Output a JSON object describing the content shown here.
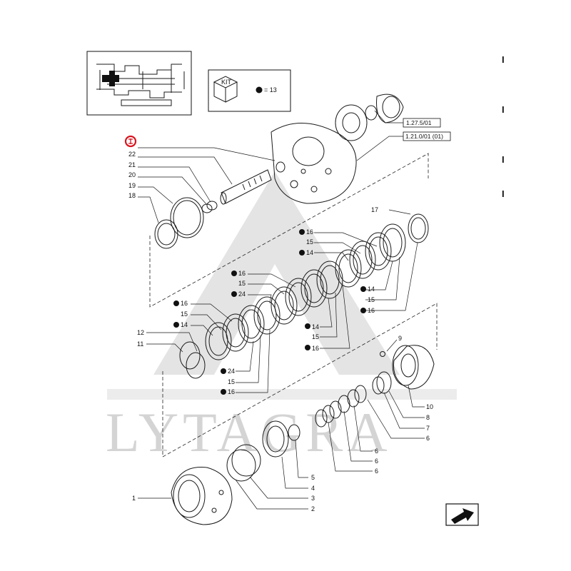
{
  "watermark": {
    "text": "LYTAGRA"
  },
  "kit_box": {
    "kit_label": "KIT",
    "kit_note": "= 13"
  },
  "refs": {
    "ref_a": "1.27.5/01",
    "ref_b": "1.21.0/01 (01)"
  },
  "callouts": {
    "c1": "1",
    "c2": "2",
    "c3": "3",
    "c4": "4",
    "c5": "5",
    "c6a": "6",
    "c6b": "6",
    "c6c": "6",
    "c6d": "6",
    "c7": "7",
    "c8": "8",
    "c9": "9",
    "c10": "10",
    "c11": "11",
    "c12": "12",
    "c14a": "14",
    "c14b": "14",
    "c14c": "14",
    "c14d": "14",
    "c15a": "15",
    "c15b": "15",
    "c15c": "15",
    "c15d": "15",
    "c15e": "15",
    "c15f": "15",
    "c16a": "16",
    "c16b": "16",
    "c16c": "16",
    "c16d": "16",
    "c16e": "16",
    "c16f": "16",
    "c17": "17",
    "c18": "18",
    "c19": "19",
    "c20": "20",
    "c21": "21",
    "c22": "22",
    "c24a": "24",
    "c24b": "24"
  },
  "side_text": {
    "s1": "I",
    "s2": "I",
    "s3": "I",
    "s4": "I"
  },
  "nav": {
    "icon": "page-turn-arrow-icon"
  },
  "colors": {
    "marker_red": "#d9141e",
    "ink": "#1a1a1a",
    "watermark": "#d4d4d4"
  }
}
